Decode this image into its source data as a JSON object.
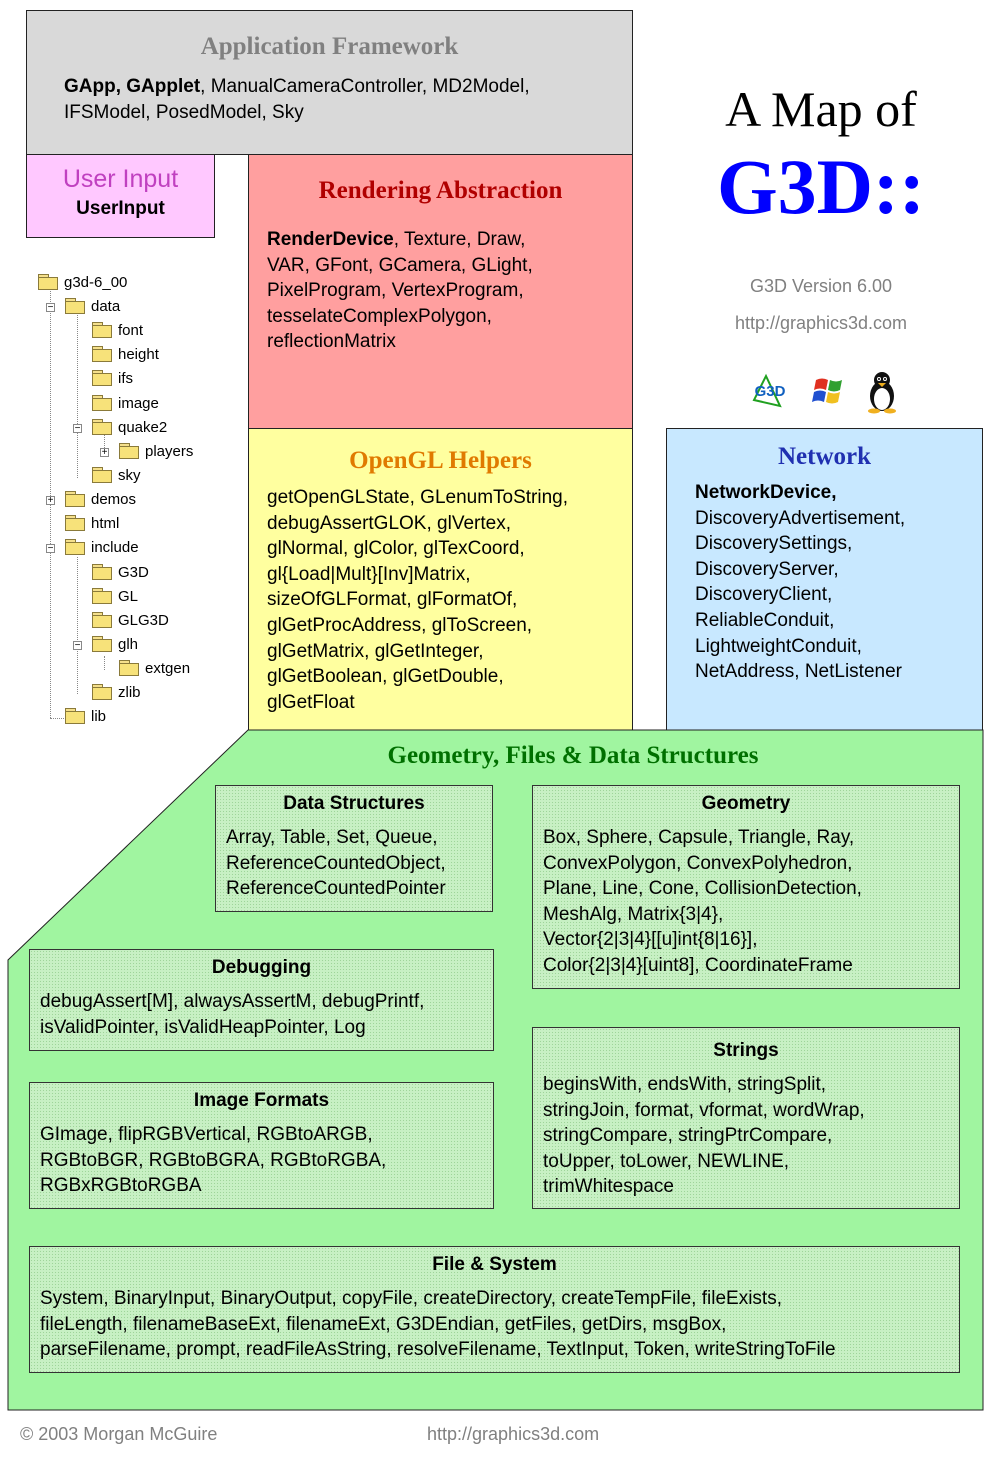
{
  "colors": {
    "app_bg": "#d9d9d9",
    "user_input_bg": "#ffc8ff",
    "rendering_bg": "#ff9f9f",
    "opengl_bg": "#ffff9f",
    "network_bg": "#c8e8ff",
    "geometry_bg": "#a0f5a0",
    "rendering_title": "#b00000",
    "opengl_title": "#e07a00",
    "network_title": "#2030b0",
    "geometry_title": "#007000",
    "g3d_blue": "#0000ff"
  },
  "app_framework": {
    "title": "Application Framework",
    "bold": "GApp, GApplet",
    "rest1": ", ManualCameraController, MD2Model,",
    "line2": "IFSModel, PosedModel, Sky"
  },
  "user_input": {
    "title": "User Input",
    "body": "UserInput"
  },
  "rendering": {
    "title": "Rendering Abstraction",
    "bold": "RenderDevice",
    "rest1": ", Texture, Draw,",
    "lines": [
      "VAR, GFont, GCamera, GLight,",
      "PixelProgram, VertexProgram,",
      "tesselateComplexPolygon,",
      "reflectionMatrix"
    ]
  },
  "opengl": {
    "title": "OpenGL Helpers",
    "lines": [
      "getOpenGLState, GLenumToString,",
      "debugAssertGLOK, glVertex,",
      "glNormal, glColor, glTexCoord,",
      "gl{Load|Mult}[Inv]Matrix,",
      "sizeOfGLFormat, glFormatOf,",
      "glGetProcAddress, glToScreen,",
      "glGetMatrix, glGetInteger,",
      "glGetBoolean, glGetDouble,",
      "glGetFloat"
    ]
  },
  "network": {
    "title": "Network",
    "bold": "NetworkDevice,",
    "lines": [
      "DiscoveryAdvertisement,",
      "DiscoverySettings,",
      "DiscoveryServer,",
      "DiscoveryClient,",
      "ReliableConduit,",
      "LightweightConduit,",
      "NetAddress, NetListener"
    ]
  },
  "heading": {
    "line1": "A Map of",
    "line2": "G3D::",
    "version": "G3D Version 6.00",
    "url": "http://graphics3d.com",
    "logo_text": "G3D",
    "icons": [
      "g3d-logo-icon",
      "windows-logo-icon",
      "linux-tux-icon"
    ]
  },
  "geometry_section": {
    "title": "Geometry, Files & Data Structures",
    "data_structures": {
      "title": "Data Structures",
      "lines": [
        "Array, Table, Set, Queue,",
        "ReferenceCountedObject,",
        "ReferenceCountedPointer"
      ]
    },
    "geometry": {
      "title": "Geometry",
      "lines": [
        "Box, Sphere, Capsule, Triangle, Ray,",
        "ConvexPolygon, ConvexPolyhedron,",
        "Plane, Line, Cone, CollisionDetection,",
        "MeshAlg, Matrix{3|4},",
        "Vector{2|3|4}[[u]int{8|16}],",
        "Color{2|3|4}[uint8], CoordinateFrame"
      ]
    },
    "debugging": {
      "title": "Debugging",
      "lines": [
        "debugAssert[M], alwaysAssertM, debugPrintf,",
        "isValidPointer, isValidHeapPointer, Log"
      ]
    },
    "strings": {
      "title": "Strings",
      "lines": [
        "beginsWith, endsWith, stringSplit,",
        "stringJoin, format, vformat, wordWrap,",
        "stringCompare, stringPtrCompare,",
        "toUpper, toLower, NEWLINE,",
        "trimWhitespace"
      ]
    },
    "image_formats": {
      "title": "Image Formats",
      "lines": [
        "GImage, flipRGBVertical, RGBtoARGB,",
        "RGBtoBGR, RGBtoBGRA, RGBtoRGBA,",
        "RGBxRGBtoRGBA"
      ]
    },
    "file_system": {
      "title": "File & System",
      "lines": [
        "System, BinaryInput, BinaryOutput, copyFile, createDirectory, createTempFile, fileExists,",
        "fileLength, filenameBaseExt, filenameExt, G3DEndian, getFiles, getDirs, msgBox,",
        "parseFilename, prompt, readFileAsString, resolveFilename, TextInput, Token, writeStringToFile"
      ]
    }
  },
  "tree": {
    "items": [
      "g3d-6_00",
      "data",
      "font",
      "height",
      "ifs",
      "image",
      "quake2",
      "players",
      "sky",
      "demos",
      "html",
      "include",
      "G3D",
      "GL",
      "GLG3D",
      "glh",
      "extgen",
      "zlib",
      "lib"
    ],
    "expanders": [
      "−",
      "−",
      "+",
      "+",
      "−",
      "−"
    ]
  },
  "footer": {
    "copyright": "© 2003 Morgan McGuire",
    "url": "http://graphics3d.com"
  }
}
